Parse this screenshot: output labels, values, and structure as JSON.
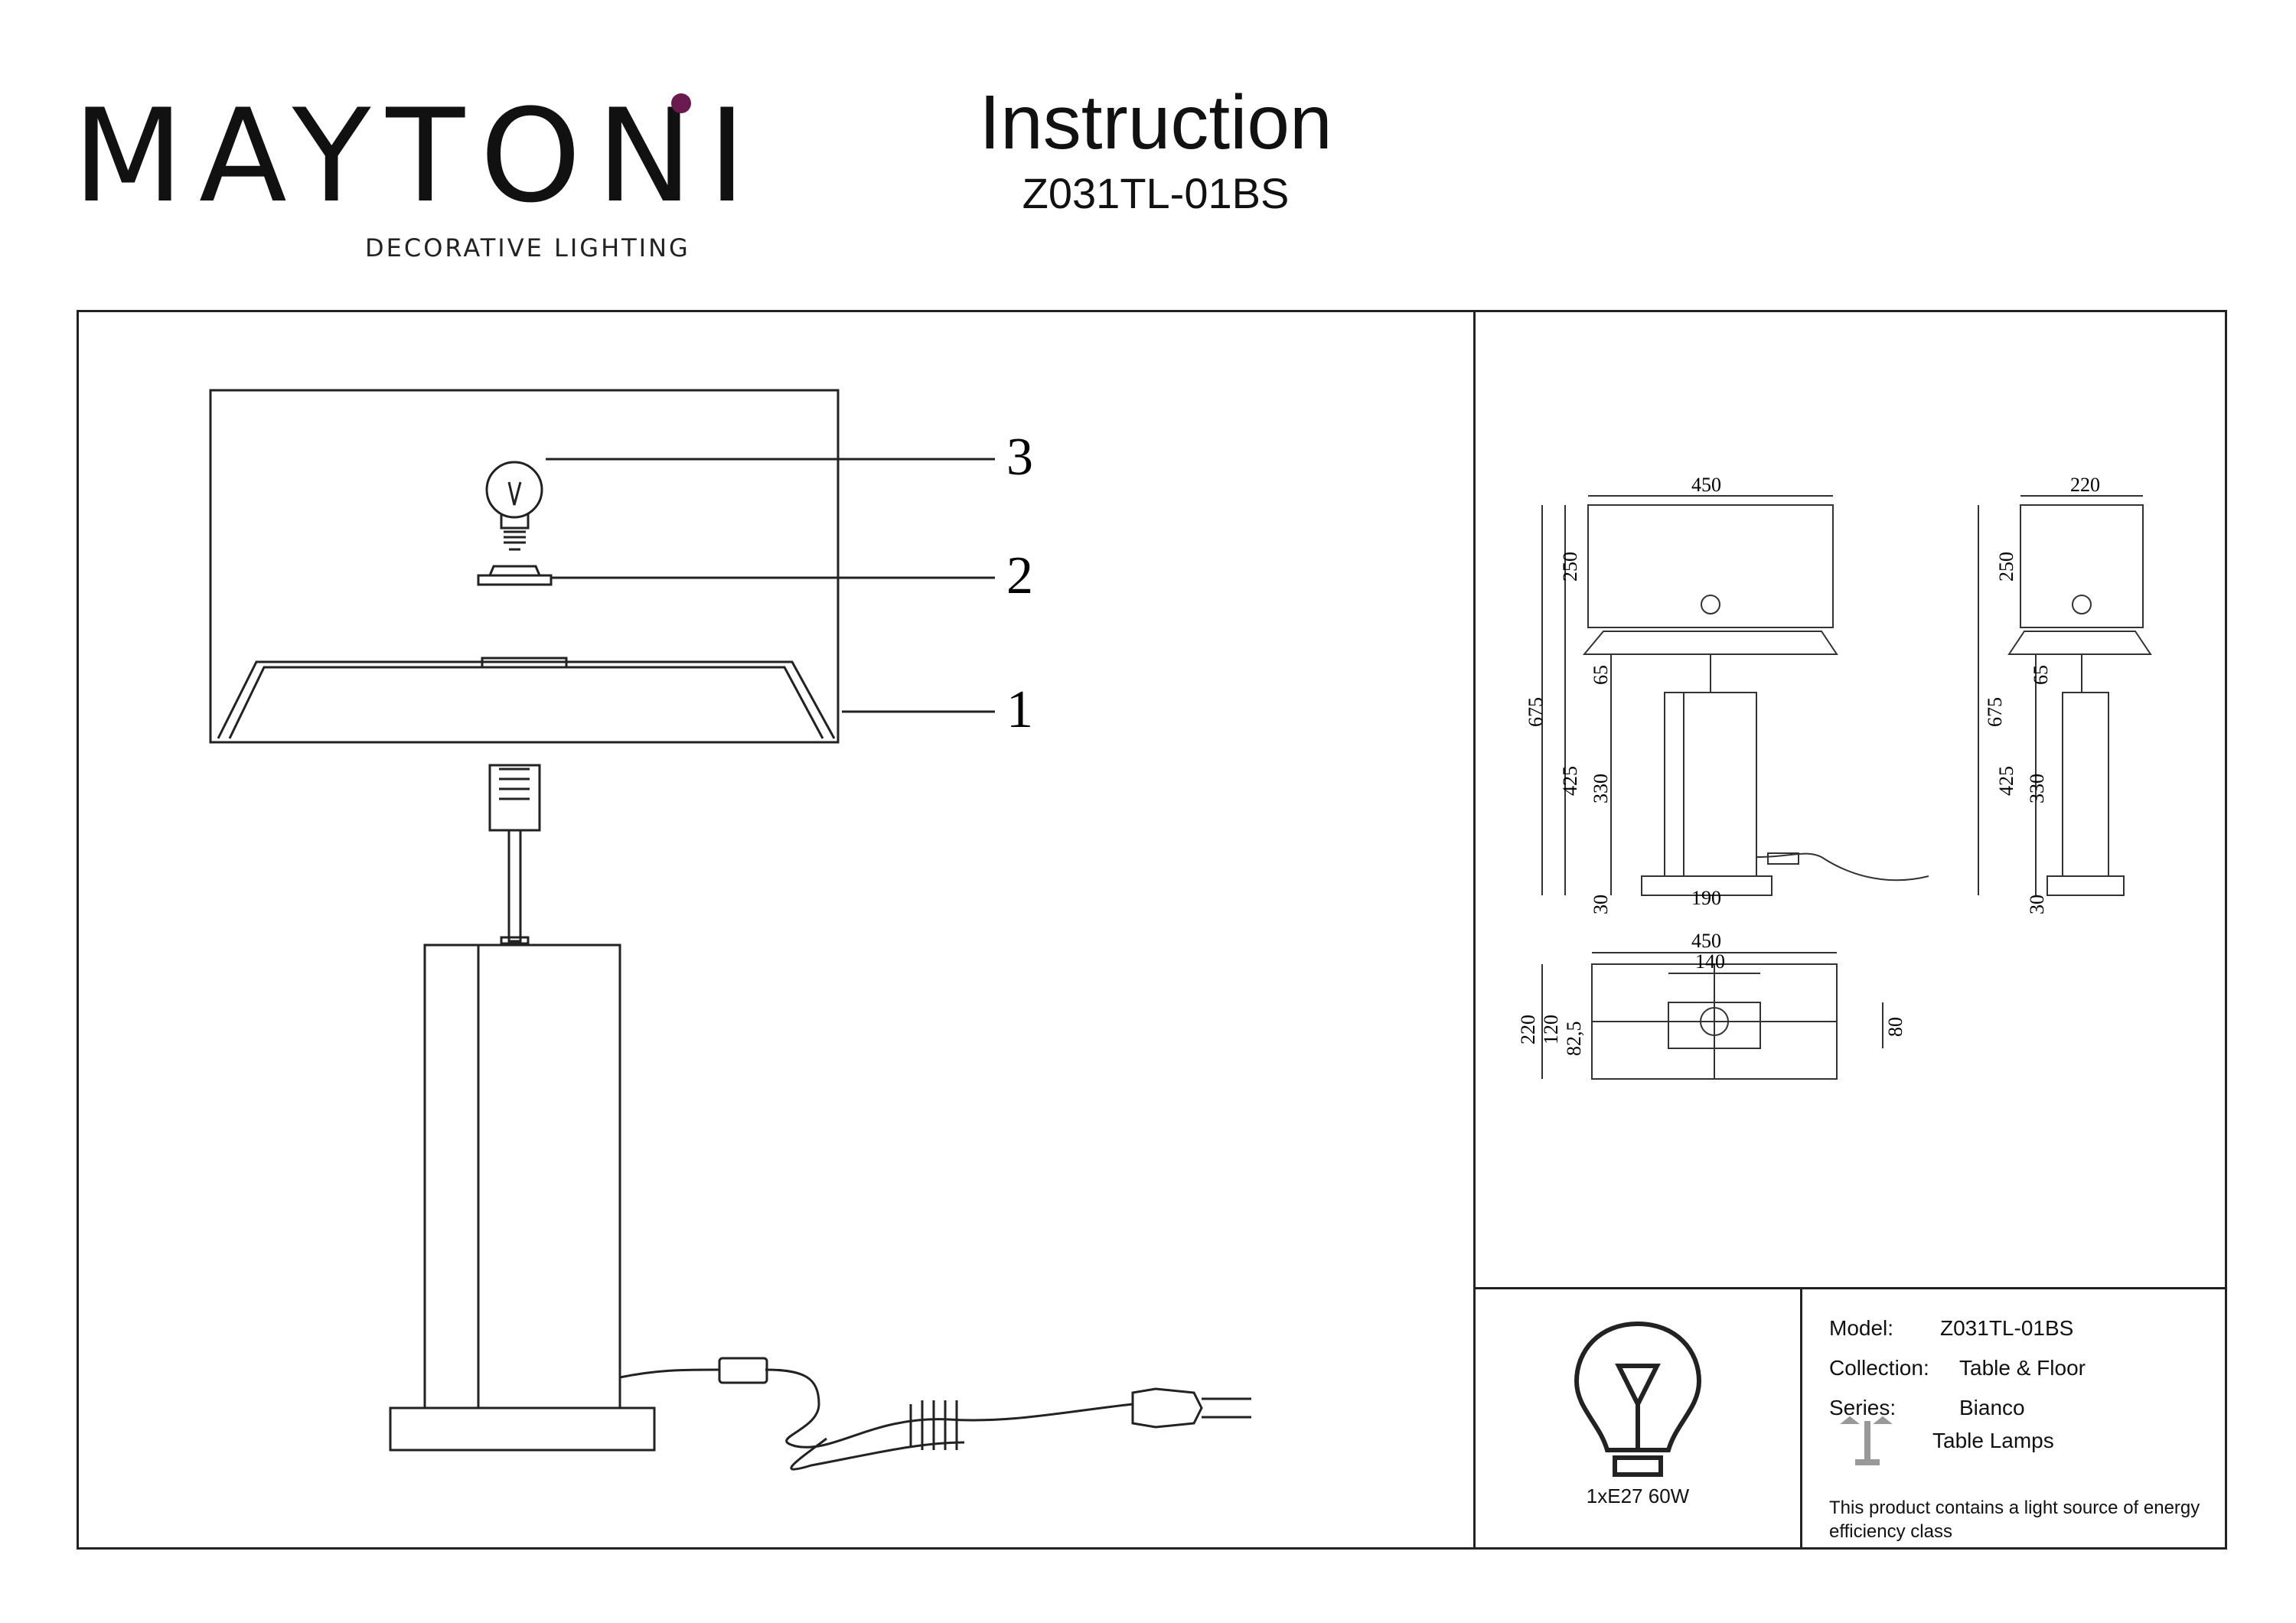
{
  "header": {
    "brand": "MAYTONI",
    "brand_tagline": "DECORATIVE LIGHTING",
    "title": "Instruction",
    "model": "Z031TL-01BS"
  },
  "main_drawing": {
    "callouts": [
      "1",
      "2",
      "3"
    ]
  },
  "dimensions": {
    "front": {
      "width": "450",
      "shade_h": "250",
      "total_h": "675",
      "neck_h": "65",
      "base_h_total": "425",
      "body_h": "330",
      "plinth_h": "30",
      "plinth_w": "190"
    },
    "side": {
      "width": "220",
      "shade_h": "250",
      "total_h": "675",
      "neck_h": "65",
      "base_h_total": "425",
      "body_h": "330",
      "plinth_h": "30"
    },
    "top": {
      "width": "450",
      "base_w": "140",
      "depth": "220",
      "inner_d": "120",
      "offset": "82,5",
      "base_d": "80"
    }
  },
  "bulb": {
    "spec": "1xE27 60W"
  },
  "specs": {
    "model_label": "Model:",
    "model_value": "Z031TL-01BS",
    "collection_label": "Collection:",
    "collection_value": "Table & Floor",
    "series_label": "Series:",
    "series_value": "Bianco",
    "category_value": "Table Lamps",
    "category_icon": "table-lamp-icon",
    "energy_note": "This product contains a light source of energy efficiency class"
  },
  "colors": {
    "brand_dot": "#6b1a4f",
    "line": "#222222"
  }
}
